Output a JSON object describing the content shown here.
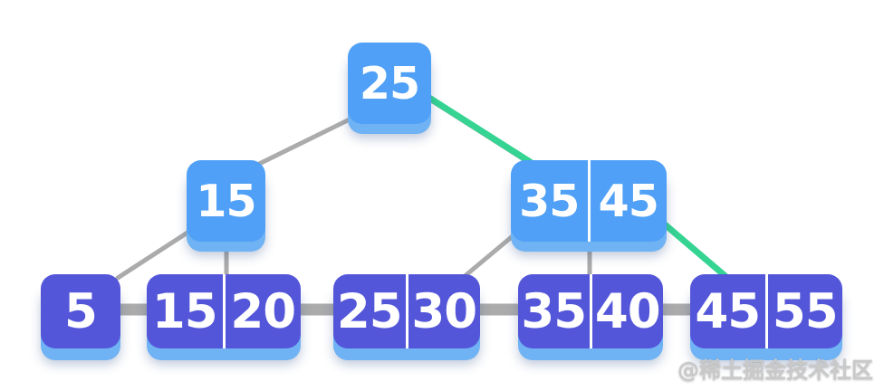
{
  "background": "#ffffff",
  "colors": {
    "background": "#ffffff",
    "internal_node": "#4FA0F6",
    "leaf_node": "#5456D9",
    "node_base": "#6FB3F4",
    "node_text": "#ffffff",
    "divider": "#ffffff",
    "edge_gray": "#ABABAB",
    "edge_green": "#35D492",
    "watermark": "#c9c9c9"
  },
  "tree": {
    "kind": "b-plus-tree",
    "root": {
      "keys": [
        "25"
      ]
    },
    "internal": [
      {
        "keys": [
          "15"
        ]
      },
      {
        "keys": [
          "35",
          "45"
        ]
      }
    ],
    "leaves": [
      {
        "keys": [
          "5"
        ]
      },
      {
        "keys": [
          "15",
          "20"
        ]
      },
      {
        "keys": [
          "25",
          "30"
        ]
      },
      {
        "keys": [
          "35",
          "40"
        ]
      },
      {
        "keys": [
          "45",
          "55"
        ]
      }
    ],
    "highlighted_path": [
      "25",
      "35|45",
      "45|55"
    ]
  },
  "watermark": {
    "text": "@稀土掘金技术社区"
  }
}
